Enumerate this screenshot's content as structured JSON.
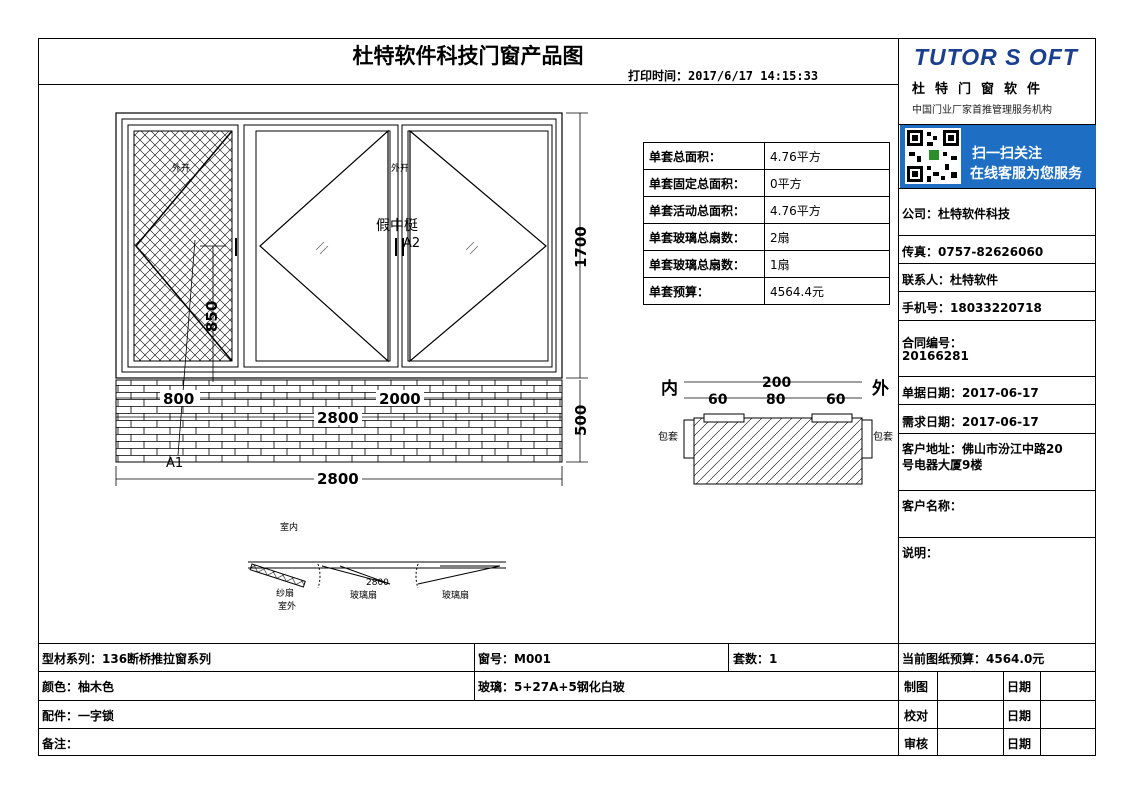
{
  "header": {
    "title": "杜特软件科技门窗产品图",
    "print_time": "打印时间：2017/6/17 14:15:33"
  },
  "logo": {
    "brand": "TUTOR S OFT",
    "brand_cn": "杜特门窗软件",
    "slogan": "中国门业厂家首推管理服务机构",
    "qr_line1": "扫一扫关注",
    "qr_line2": "在线客服为您服务"
  },
  "stats": [
    {
      "label": "单套总面积：",
      "value": "4.76平方"
    },
    {
      "label": "单套固定总面积：",
      "value": "0平方"
    },
    {
      "label": "单套活动总面积：",
      "value": "4.76平方"
    },
    {
      "label": "单套玻璃总扇数：",
      "value": "2扇"
    },
    {
      "label": "单套玻璃总扇数：",
      "value": "1扇"
    },
    {
      "label": "单套预算：",
      "value": "4564.4元"
    }
  ],
  "info": {
    "company": "公司：杜特软件科技",
    "fax": "传真：0757-82626060",
    "contact": "联系人：杜特软件",
    "mobile": "手机号：18033220718",
    "contract_label": "合同编号：",
    "contract_no": "20166281",
    "doc_date": "单据日期：2017-06-17",
    "need_date": "需求日期：2017-06-17",
    "address_line1": "客户地址：佛山市汾江中路20",
    "address_line2": "号电器大厦9楼",
    "customer_name": "客户名称：",
    "remark": "说明："
  },
  "window_drawing": {
    "open_label_left": "外开",
    "open_label_right": "外开",
    "mullion_label": "假中梃",
    "tag_a1": "A1",
    "tag_a2": "A2",
    "dim_height_top": "1700",
    "dim_850": "850",
    "dim_800": "800",
    "dim_2000": "2000",
    "dim_2800_inner": "2800",
    "dim_500": "500",
    "dim_2800_bottom": "2800"
  },
  "section_drawing": {
    "inside": "内",
    "outside": "外",
    "dim_total": "200",
    "dim_a": "60",
    "dim_b": "80",
    "dim_c": "60",
    "cover_left": "包套",
    "cover_right": "包套"
  },
  "plan_drawing": {
    "indoor": "室内",
    "outdoor": "室外",
    "dim": "2800",
    "screen_sash": "纱扇",
    "glass_sash_1": "玻璃扇",
    "glass_sash_2": "玻璃扇"
  },
  "bottom": {
    "profile": "型材系列：136断桥推拉窗系列",
    "window_no": "窗号：M001",
    "sets": "套数：1",
    "budget": "当前图纸预算：4564.0元",
    "color": "颜色：柚木色",
    "glass": "玻璃：5+27A+5钢化白玻",
    "fittings": "配件：一字锁",
    "notes": "备注：",
    "draw": "制图",
    "check": "校对",
    "review": "审核",
    "date": "日期"
  }
}
